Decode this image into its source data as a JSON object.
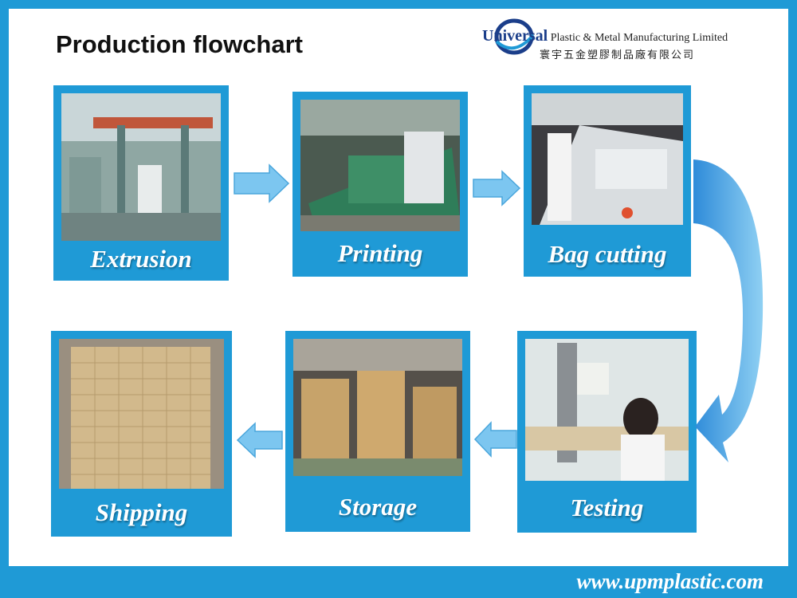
{
  "title": "Production flowchart",
  "logo": {
    "brand": "Universal",
    "tagline": "Plastic & Metal Manufacturing Limited",
    "chinese": "寰宇五金塑膠制品廠有限公司"
  },
  "steps": [
    {
      "label": "Extrusion"
    },
    {
      "label": "Printing"
    },
    {
      "label": "Bag cutting"
    },
    {
      "label": "Testing"
    },
    {
      "label": "Storage"
    },
    {
      "label": "Shipping"
    }
  ],
  "footer": {
    "url": "www.upmplastic.com"
  },
  "colors": {
    "accent": "#1f9ad6",
    "arrow": "#7cc6f0"
  }
}
